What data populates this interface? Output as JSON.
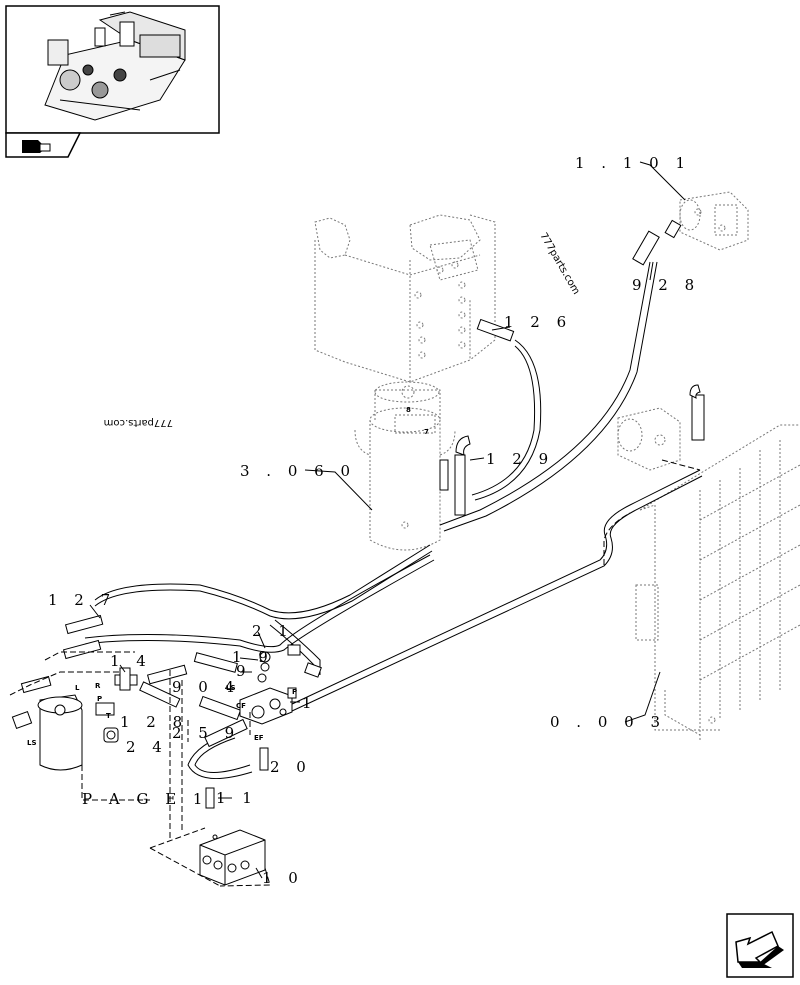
{
  "callouts": {
    "c1101": "1 . 1 0 1",
    "c928": "9 2 8",
    "c126": "1 2 6",
    "c129": "1 2 9",
    "c3060": "3 . 0 6 0",
    "c127": "1 2 7",
    "c21": "2 1",
    "c19": "1 9",
    "c9a": "9",
    "c14": "1 4",
    "c904": "9 0 4",
    "c1": "1",
    "c128": "1 2 8",
    "c259": "2 5 9",
    "c24": "2 4",
    "c20": "2 0",
    "c003": "0 . 0 0 3",
    "c11": "1 1",
    "c10": "1 0",
    "page": "P A G E   1"
  },
  "port_labels": {
    "ls1": "LS",
    "ls2": "LS",
    "cf": "CF",
    "ef": "EF",
    "p1": "P",
    "p2": "P",
    "r": "R",
    "l": "L",
    "t": "T",
    "n7": "7",
    "n8": "8"
  },
  "watermarks": {
    "wm1": "777parts.com",
    "wm2": "777parts.com"
  },
  "icons": {
    "overview": "machine-overview-thumbnail-icon",
    "prev": "previous-page-hand-icon",
    "next": "next-page-arrow-icon"
  }
}
